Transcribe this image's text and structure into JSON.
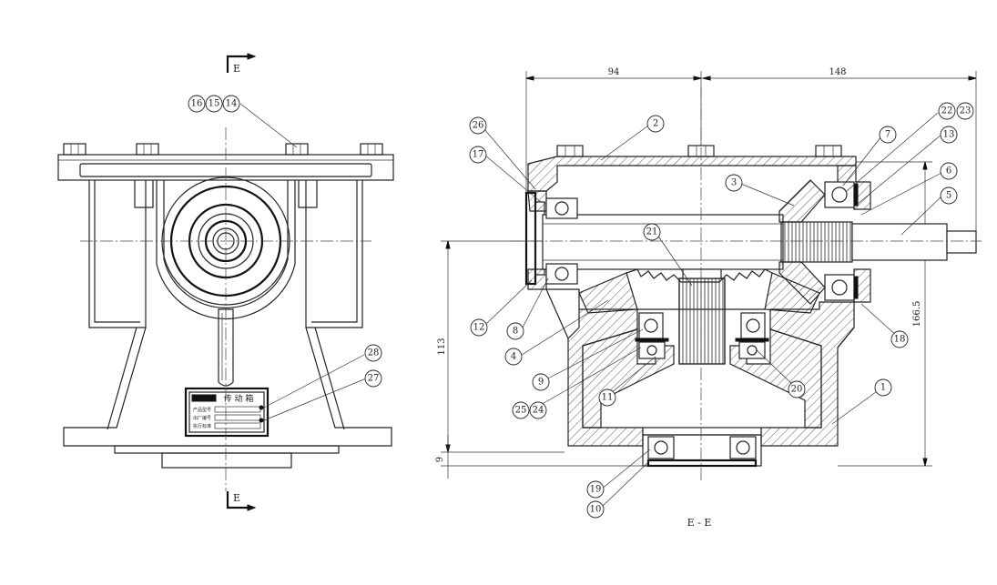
{
  "section": {
    "marker_label": "E",
    "view_title": "E - E"
  },
  "dimensions": {
    "d94": "94",
    "d148": "148",
    "d113": "113",
    "d166": "166.5",
    "d9": "9"
  },
  "nameplate": {
    "title": "传 动 箱",
    "row1": "产品型号",
    "row2": "出厂编号",
    "row3": "执行标准"
  },
  "balloons_left": [
    "16",
    "15",
    "14",
    "28",
    "27"
  ],
  "balloons_right": [
    "26",
    "17",
    "2",
    "3",
    "21",
    "7",
    "22",
    "23",
    "13",
    "6",
    "5",
    "12",
    "8",
    "4",
    "9",
    "25",
    "24",
    "11",
    "20",
    "18",
    "1",
    "19",
    "10"
  ]
}
